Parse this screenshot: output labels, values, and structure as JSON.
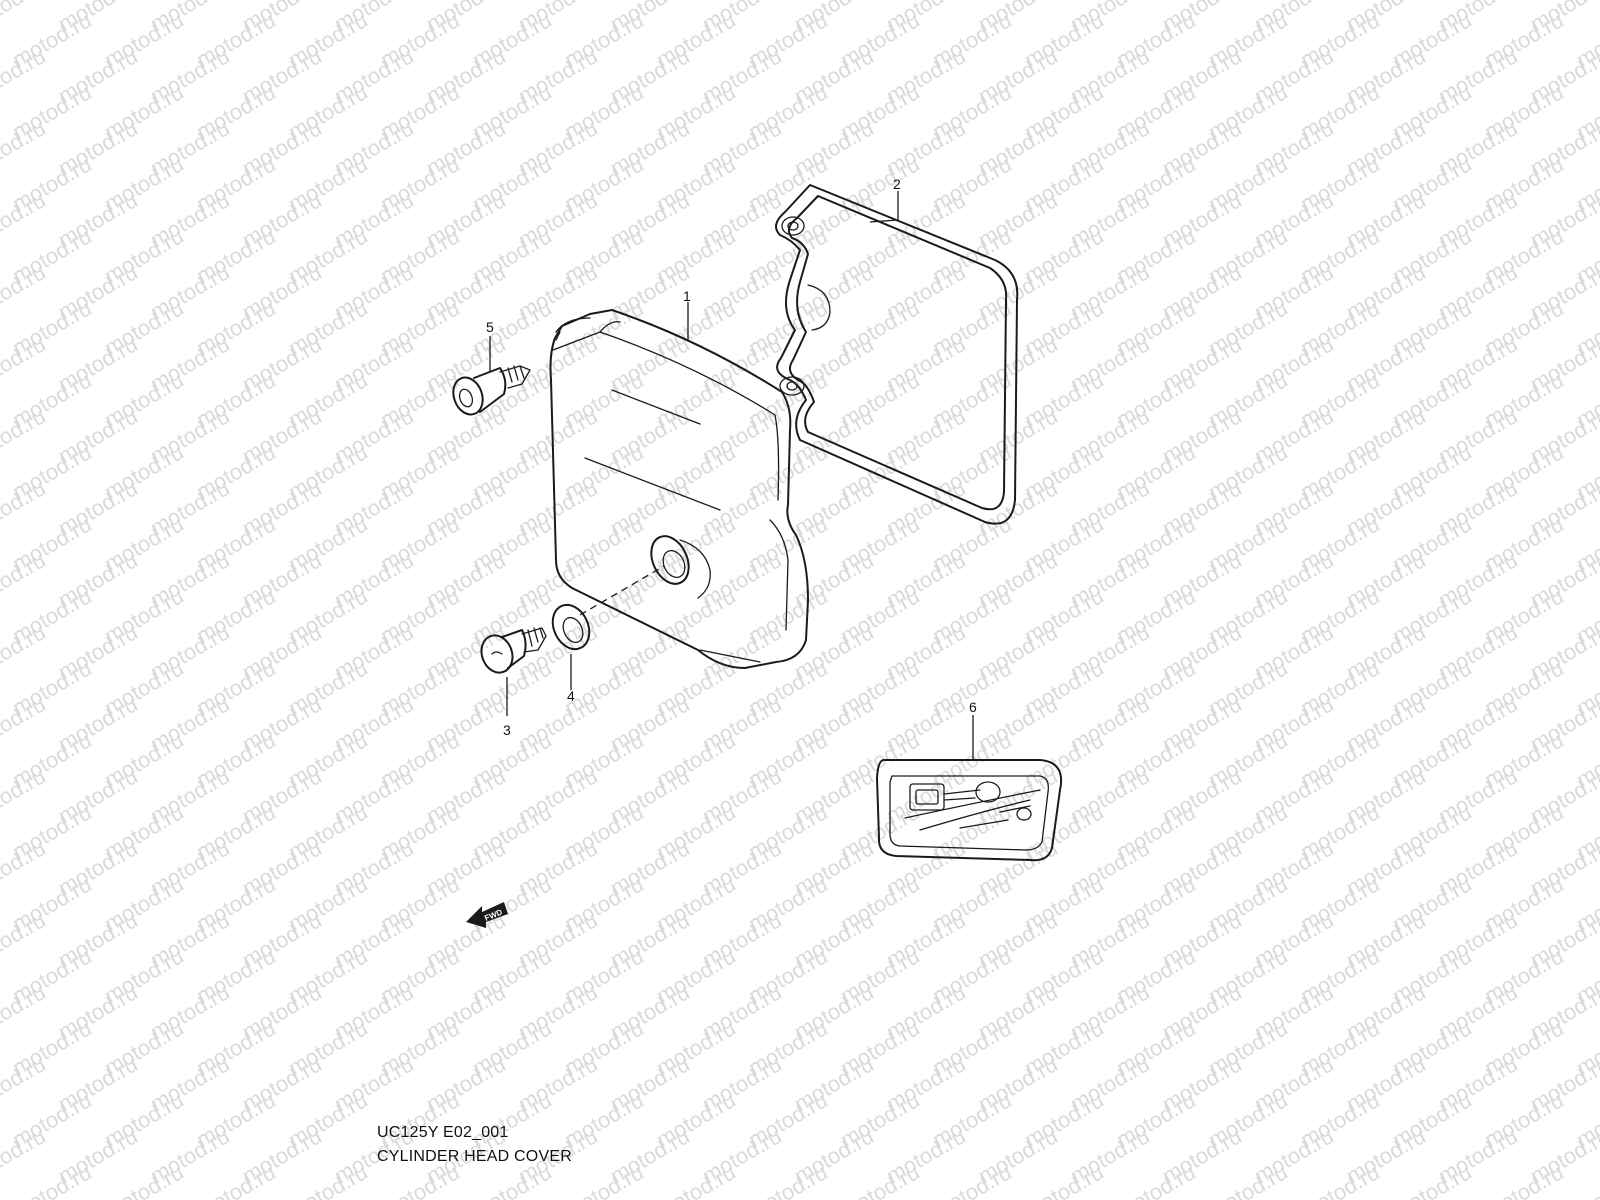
{
  "watermark": {
    "text": "motod.ru",
    "color": "#dadada"
  },
  "callouts": {
    "p1": "1",
    "p2": "2",
    "p3": "3",
    "p4": "4",
    "p5": "5",
    "p6": "6"
  },
  "fwd_label": "FWD",
  "caption": {
    "code": "UC125Y E02_001",
    "title": "CYLINDER HEAD COVER"
  }
}
